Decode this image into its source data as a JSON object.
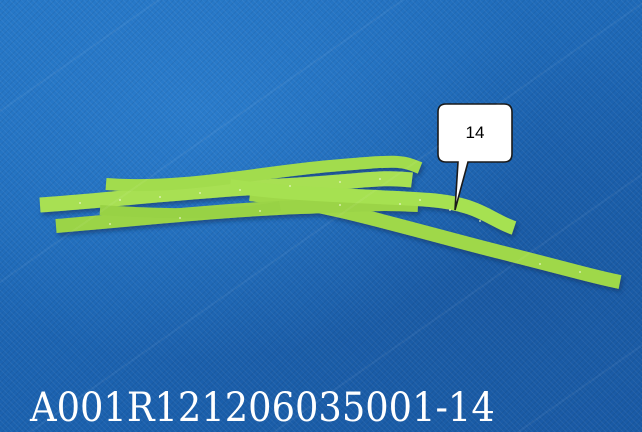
{
  "photo": {
    "background_color": "#1d66b4",
    "specimen": "green woven tape strips",
    "specimen_color": "#a6e14e"
  },
  "callout": {
    "label": "14"
  },
  "sample_id": "A001R121206035001-14"
}
